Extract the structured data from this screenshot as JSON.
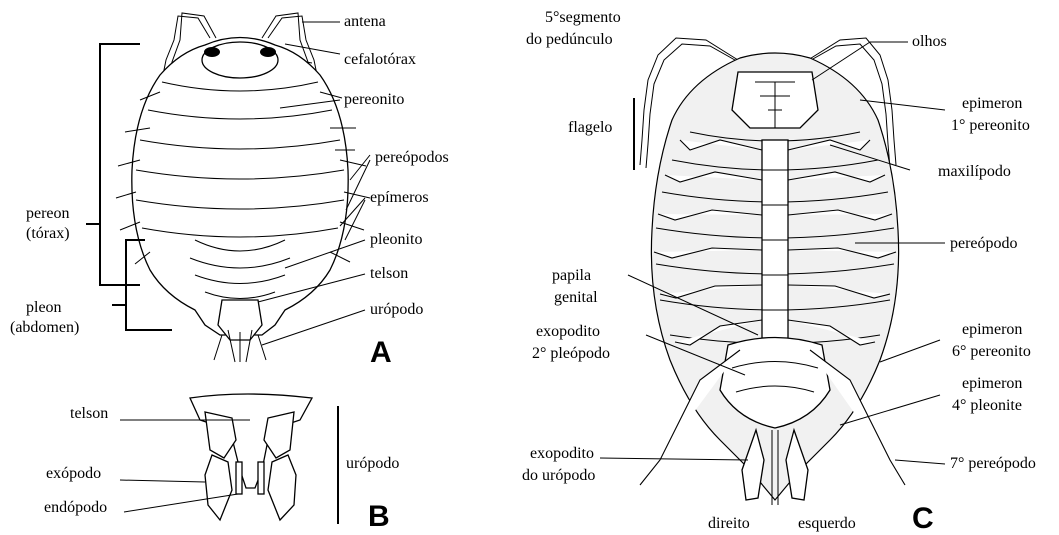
{
  "panel_a": {
    "letter": "A",
    "labels": {
      "antena": "antena",
      "cefalotorax": "cefalotórax",
      "pereonito": "pereonito",
      "pereopodos": "pereópodos",
      "epimeros": "epímeros",
      "pleonito": "pleonito",
      "telson": "telson",
      "uropodo": "urópodo",
      "pereon": "pereon",
      "pereon_sub": "(tórax)",
      "pleon": "pleon",
      "pleon_sub": "(abdomen)"
    }
  },
  "panel_b": {
    "letter": "B",
    "labels": {
      "telson": "telson",
      "exopodo": "exópodo",
      "endopodo": "endópodo",
      "uropodo": "urópodo"
    }
  },
  "panel_c": {
    "letter": "C",
    "labels": {
      "segmento_1": "5°segmento",
      "segmento_2": "do pedúnculo",
      "flagelo": "flagelo",
      "olhos": "olhos",
      "epimeron1_1": "epimeron",
      "epimeron1_2": "1° pereonito",
      "maxilipodo": "maxilípodo",
      "pereopodo": "pereópodo",
      "papila_1": "papila",
      "papila_2": "genital",
      "exopodito2_1": "exopodito",
      "exopodito2_2": "2° pleópodo",
      "epimeron6_1": "epimeron",
      "epimeron6_2": "6° pereonito",
      "epimeron4_1": "epimeron",
      "epimeron4_2": "4° pleonite",
      "exopodito_u_1": "exopodito",
      "exopodito_u_2": "do urópodo",
      "pereopodo7": "7° pereópodo",
      "direito": "direito",
      "esquerdo": "esquerdo"
    }
  }
}
